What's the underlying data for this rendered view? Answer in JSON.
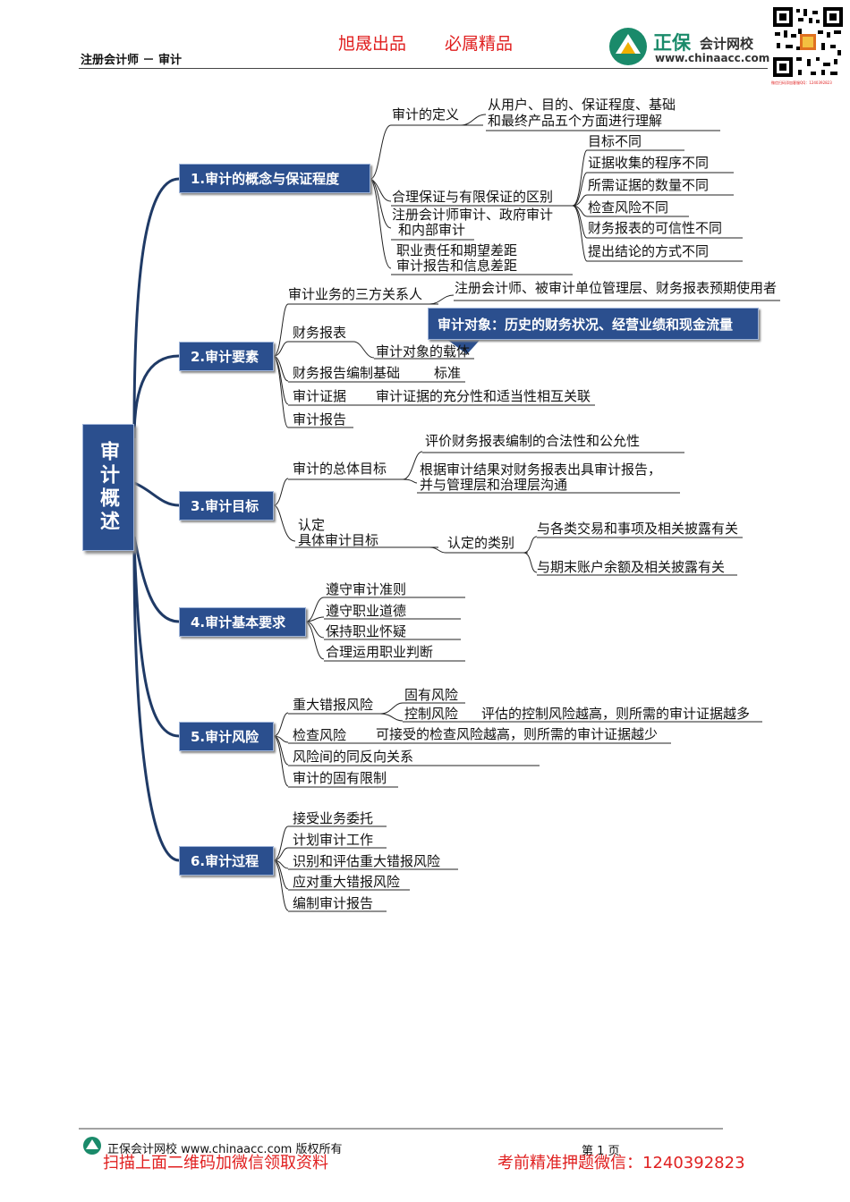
{
  "header": {
    "left_title": "注册会计师 － 审计",
    "slogan_1": "旭晟出品",
    "slogan_2": "必属精品",
    "logo_name": "正保",
    "logo_sub": "会计网校",
    "logo_url": "www.chinaacc.com",
    "qr_note": "微信扫码添加客服QQ：1240392823"
  },
  "mindmap": {
    "root": "审计概述",
    "nodes": [
      {
        "label": "1.审计的概念与保证程度",
        "items": [
          "审计的定义",
          "从用户、目的、保证程度、基础",
          "和最终产品五个方面进行理解",
          "合理保证与有限保证的区别",
          "目标不同",
          "证据收集的程序不同",
          "所需证据的数量不同",
          "检查风险不同",
          "财务报表的可信性不同",
          "提出结论的方式不同",
          "注册会计师审计、政府审计",
          "和内部审计",
          "职业责任和期望差距",
          "审计报告和信息差距"
        ]
      },
      {
        "label": "2.审计要素",
        "items": [
          "审计业务的三方关系人",
          "注册会计师、被审计单位管理层、财务报表预期使用者",
          "财务报表",
          "审计对象的载体",
          "审计对象：历史的财务状况、经营业绩和现金流量",
          "财务报告编制基础",
          "标准",
          "审计证据",
          "审计证据的充分性和适当性相互关联",
          "审计报告"
        ]
      },
      {
        "label": "3.审计目标",
        "items": [
          "审计的总体目标",
          "评价财务报表编制的合法性和公允性",
          "根据审计结果对财务报表出具审计报告，",
          "并与管理层和治理层沟通",
          "认定",
          "具体审计目标",
          "认定的类别",
          "与各类交易和事项及相关披露有关",
          "与期末账户余额及相关披露有关"
        ]
      },
      {
        "label": "4.审计基本要求",
        "items": [
          "遵守审计准则",
          "遵守职业道德",
          "保持职业怀疑",
          "合理运用职业判断"
        ]
      },
      {
        "label": "5.审计风险",
        "items": [
          "重大错报风险",
          "固有风险",
          "控制风险",
          "评估的控制风险越高，则所需的审计证据越多",
          "检查风险",
          "可接受的检查风险越高，则所需的审计证据越少",
          "风险间的同反向关系",
          "审计的固有限制"
        ]
      },
      {
        "label": "6.审计过程",
        "items": [
          "接受业务委托",
          "计划审计工作",
          "识别和评估重大错报风险",
          "应对重大错报风险",
          "编制审计报告"
        ]
      }
    ]
  },
  "footer": {
    "copyright": "正保会计网校 www.chinaacc.com 版权所有",
    "page": "第 1 页",
    "promo_left": "扫描上面二维码加微信领取资料",
    "promo_right": "考前精准押题微信：1240392823"
  },
  "colors": {
    "node_bg": "#2b4f8e",
    "branch": "#1f3a66",
    "red": "#e02020",
    "logo_green": "#1a8a6a"
  }
}
